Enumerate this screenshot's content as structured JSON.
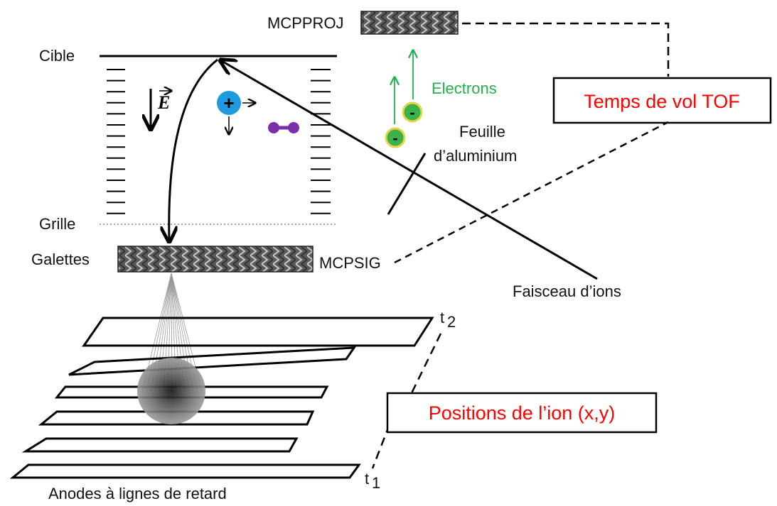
{
  "labels": {
    "cible": "Cible",
    "grille": "Grille",
    "galettes": "Galettes",
    "mcpproj": "MCPPROJ",
    "mcpsig": "MCPSIG",
    "electrons": "Electrons",
    "feuille_line1": "Feuille",
    "feuille_line2": "d’aluminium",
    "faisceau": "Faisceau d’ions",
    "anodes": "Anodes à lignes de retard",
    "t2_main": "t",
    "t2_sub": "2",
    "t1_main": "t",
    "t1_sub": "1",
    "efield": "E",
    "ion_charge": "+",
    "electron_charge": "-"
  },
  "boxes": {
    "tof": "Temps de vol TOF",
    "positions": "Positions de l’ion (x,y)"
  },
  "colors": {
    "electrons": "#22b14c",
    "box_text": "#ff0000",
    "ion": "#1e9be0",
    "molecule": "#7a2fa8",
    "electron_fill": "#3cb34a",
    "electron_ring": "#e6d44a"
  }
}
